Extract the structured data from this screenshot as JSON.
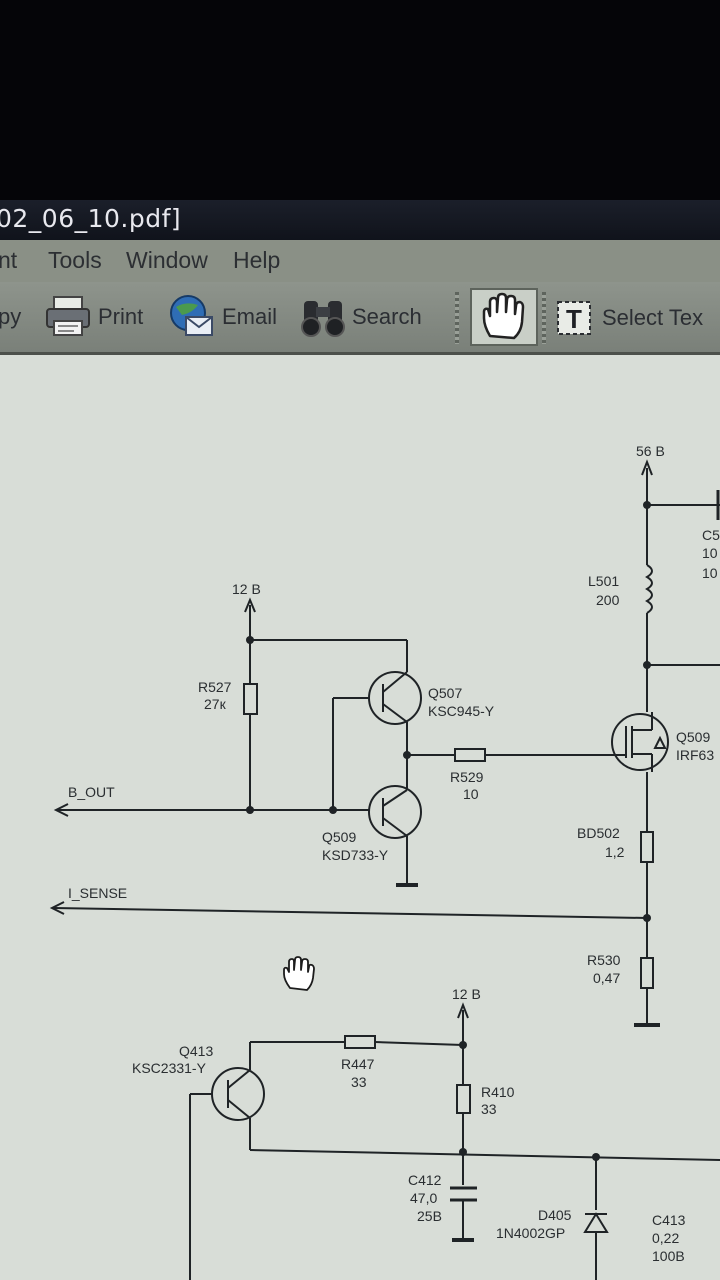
{
  "window": {
    "title": "02_06_10.pdf]"
  },
  "menu": {
    "items": [
      "nt",
      "Tools",
      "Window",
      "Help"
    ]
  },
  "toolbar": {
    "copy_label": "py",
    "print_label": "Print",
    "email_label": "Email",
    "search_label": "Search",
    "select_text_label": "Select Tex"
  },
  "schematic": {
    "supply_12b_top": "12 B",
    "supply_56b": "56 B",
    "supply_12b_bottom": "12 B",
    "r527_ref": "R527",
    "r527_val": "27к",
    "q507_ref": "Q507",
    "q507_part": "KSC945-Y",
    "q509_ref": "Q509",
    "q509_part": "KSD733-Y",
    "r529_ref": "R529",
    "r529_val": "10",
    "b_out": "B_OUT",
    "i_sense": "I_SENSE",
    "l501_ref": "L501",
    "l501_val": "200",
    "q509b_ref": "Q509",
    "q509b_part": "IRF63",
    "bd502_ref": "BD502",
    "bd502_val": "1,2",
    "r530_ref": "R530",
    "r530_val": "0,47",
    "c5_ref": "C5",
    "c5_val1": "10",
    "c5_val2": "10",
    "q413_ref": "Q413",
    "q413_part": "KSC2331-Y",
    "r447_ref": "R447",
    "r447_val": "33",
    "r410_ref": "R410",
    "r410_val": "33",
    "c412_ref": "C412",
    "c412_val": "47,0",
    "c412_volt": "25B",
    "d405_ref": "D405",
    "d405_part": "1N4002GP",
    "c413_ref": "C413",
    "c413_val": "0,22",
    "c413_volt": "100B"
  }
}
